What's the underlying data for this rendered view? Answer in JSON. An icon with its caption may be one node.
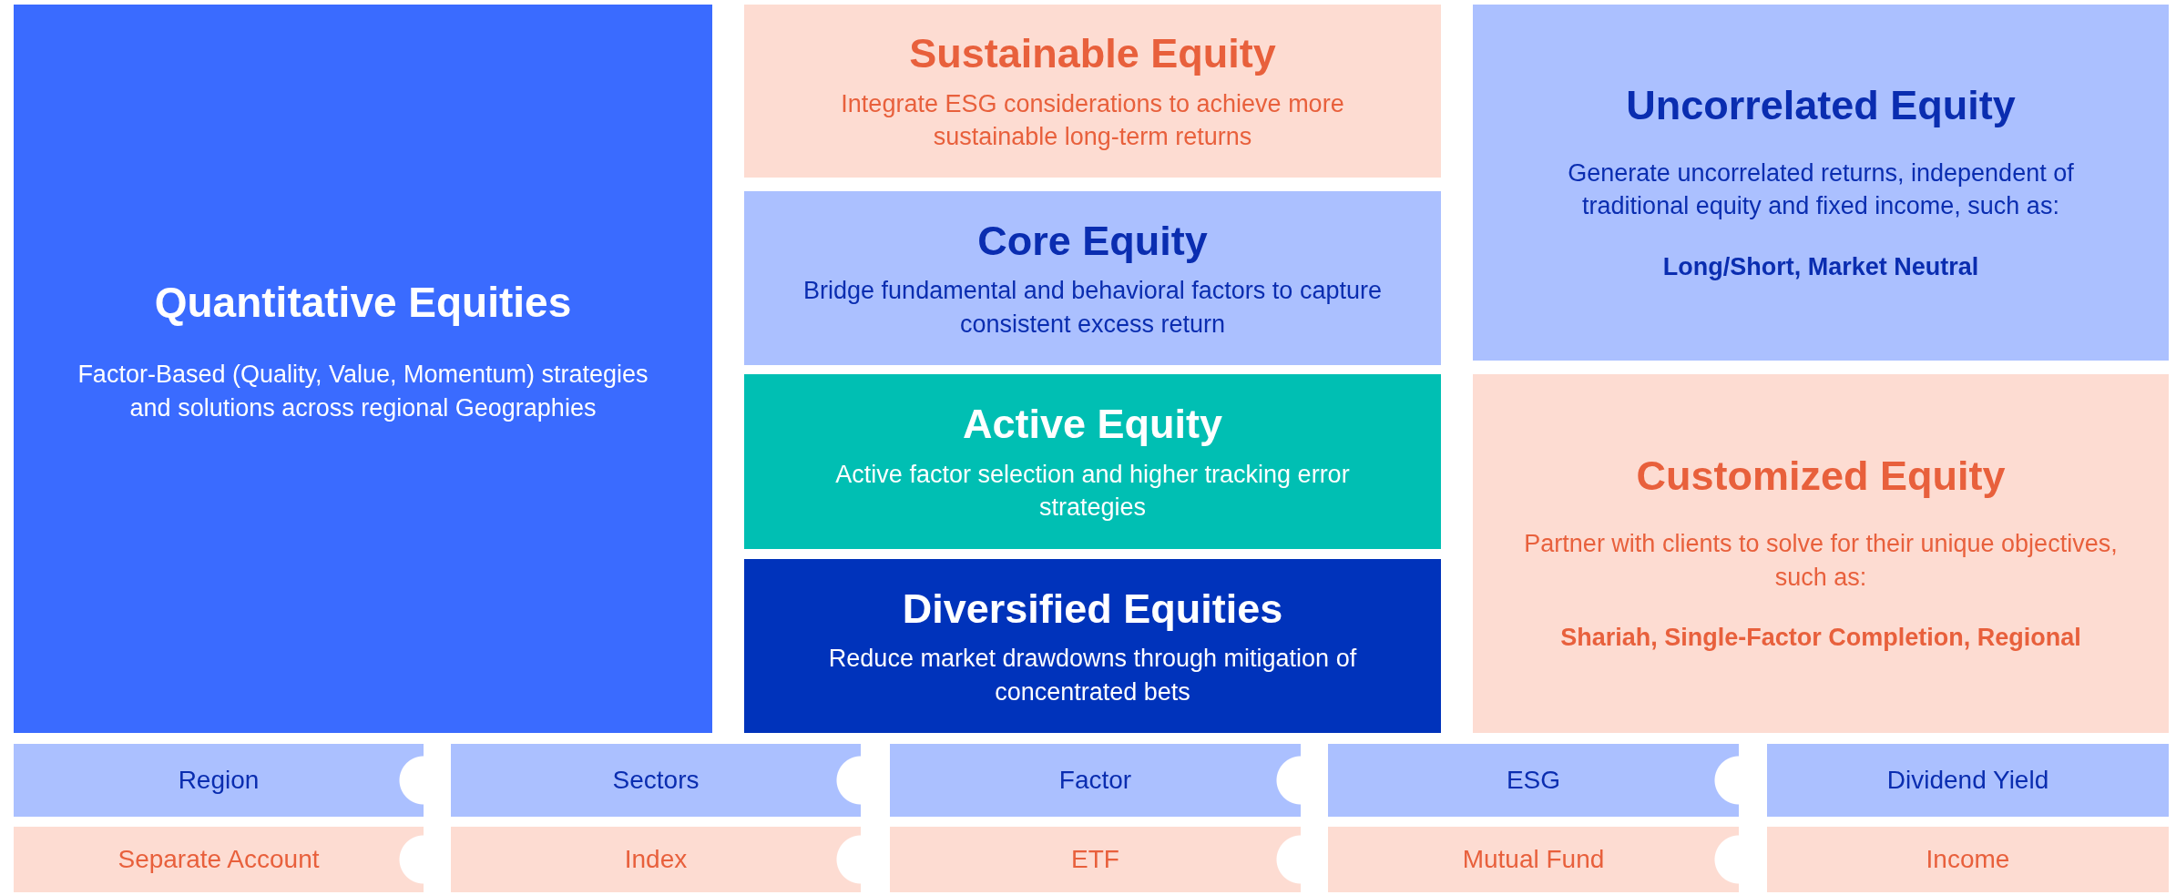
{
  "diagram": {
    "nodes": [
      {
        "text": [
          "Quantitative Equities",
          "Factor-Based (Quality, Value, Momentum) strategies and solutions across regional Geographies"
        ]
      },
      {
        "text": [
          "Sustainable Equity",
          "Integrate ESG considerations to achieve more sustainable long-term returns"
        ]
      },
      {
        "text": [
          "Core Equity",
          "Bridge fundamental and behavioral factors to capture consistent excess return"
        ]
      },
      {
        "text": [
          "Active Equity",
          "Active factor selection and higher tracking error strategies"
        ]
      },
      {
        "text": [
          "Diversified Equities",
          "Reduce market drawdowns through mitigation of concentrated bets"
        ]
      },
      {
        "text": [
          "Uncorrelated Equity",
          "Generate uncorrelated returns, independent of traditional equity and fixed income, such as:",
          "Long/Short, Market Neutral"
        ]
      },
      {
        "text": [
          "Customized Equity",
          "Partner with clients to solve for their unique objectives, such as:",
          "Shariah, Single-Factor Completion, Regional"
        ]
      },
      {
        "text": [
          "Region"
        ]
      },
      {
        "text": [
          "Sectors"
        ]
      },
      {
        "text": [
          "Factor"
        ]
      },
      {
        "text": [
          "ESG"
        ]
      },
      {
        "text": [
          "Dividend Yield"
        ]
      },
      {
        "text": [
          "Separate Account"
        ]
      },
      {
        "text": [
          "Index"
        ]
      },
      {
        "text": [
          "ETF"
        ]
      },
      {
        "text": [
          "Mutual Fund"
        ]
      },
      {
        "text": [
          "Income"
        ]
      }
    ]
  }
}
